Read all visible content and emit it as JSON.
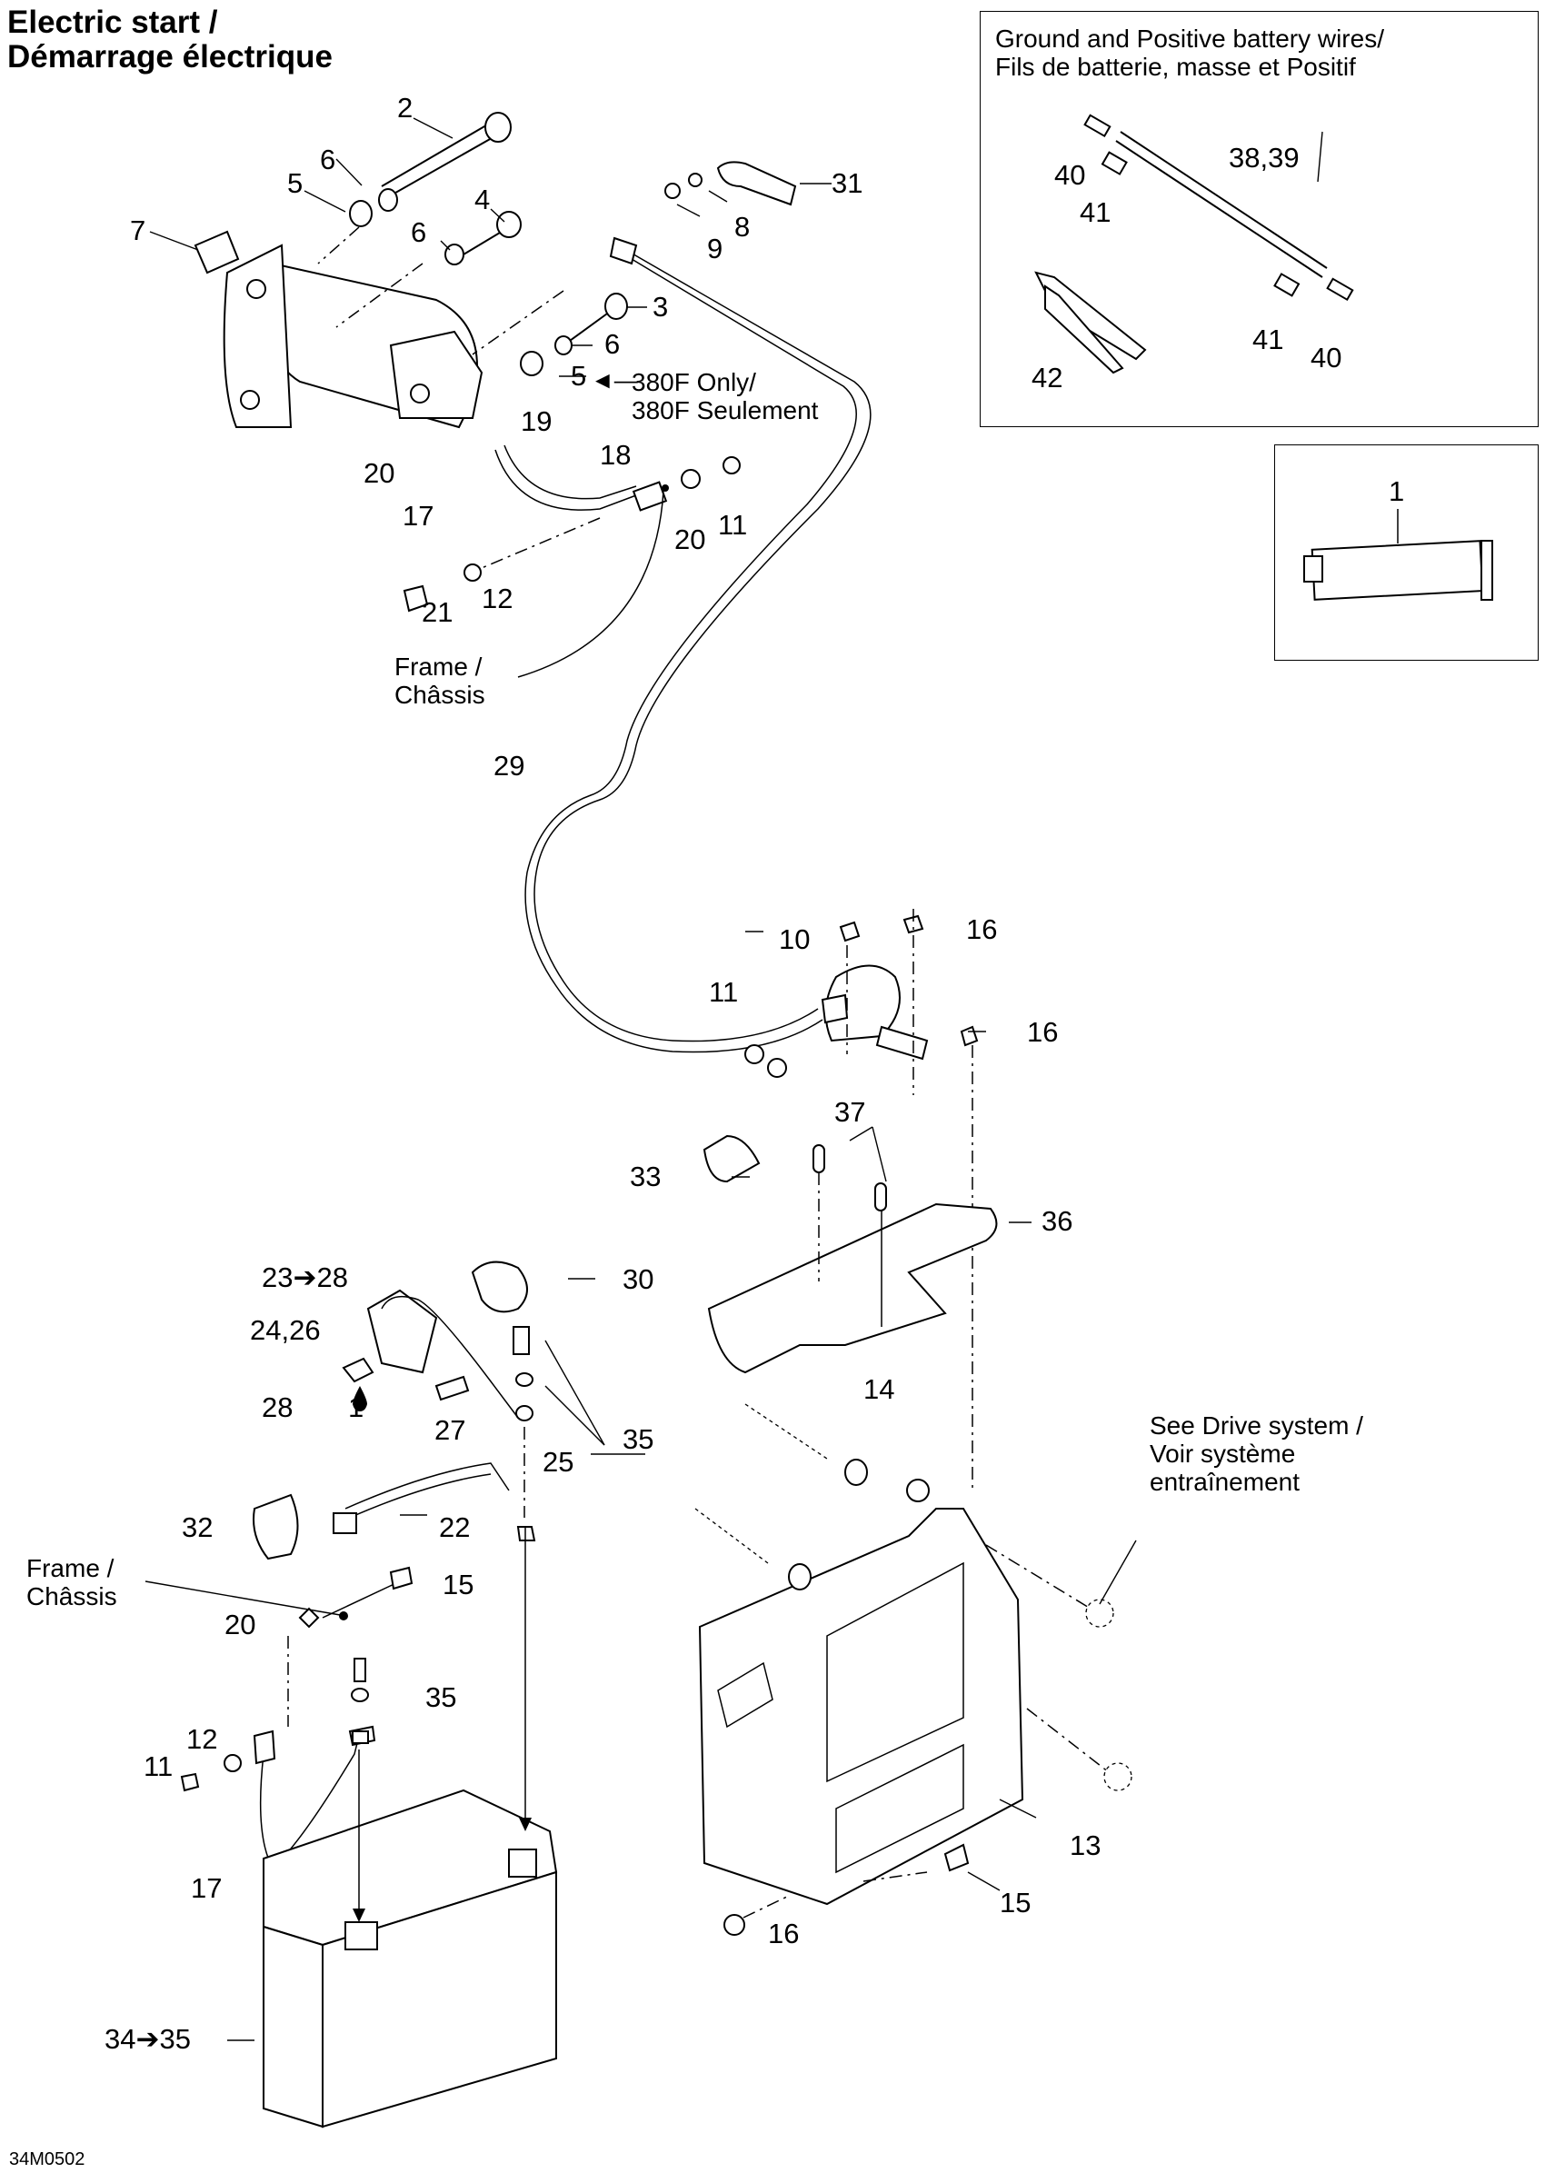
{
  "title": {
    "line1": "Electric start /",
    "line2": "Démarrage électrique"
  },
  "insets": {
    "battery_wires": {
      "title_line1": "Ground and Positive battery wires/",
      "title_line2": "Fils de batterie, masse et Positif",
      "callouts": [
        "40",
        "41",
        "38,39",
        "42",
        "41",
        "40"
      ]
    },
    "lubricant": {
      "callouts": [
        "1"
      ]
    }
  },
  "notes": {
    "model_only_line1": "380F Only/",
    "model_only_line2": "380F Seulement",
    "frame_top_line1": "Frame /",
    "frame_top_line2": "Châssis",
    "frame_bottom_line1": "Frame /",
    "frame_bottom_line2": "Châssis",
    "drive_line1": "See Drive system /",
    "drive_line2": "Voir système",
    "drive_line3": "entraînement"
  },
  "callouts": {
    "c2": "2",
    "c6a": "6",
    "c5a": "5",
    "c7": "7",
    "c4": "4",
    "c6b": "6",
    "c31": "31",
    "c8": "8",
    "c9": "9",
    "c3": "3",
    "c6c": "6",
    "c5b": "5",
    "c19": "19",
    "c20a": "20",
    "c18": "18",
    "c17a": "17",
    "c20b": "20",
    "c11a": "11",
    "c21": "21",
    "c12a": "12",
    "c29": "29",
    "c16a": "16",
    "c10": "10",
    "c11b": "11",
    "c16b": "16",
    "c37": "37",
    "c33": "33",
    "c36": "36",
    "c23_28": "23➔28",
    "c30": "30",
    "c24_26": "24,26",
    "c28": "28",
    "c1_drop": "1",
    "c27": "27",
    "c25": "25",
    "c35a": "35",
    "c14": "14",
    "c32": "32",
    "c22": "22",
    "c15a": "15",
    "c20c": "20",
    "c35b": "35",
    "c12b": "12",
    "c11c": "11",
    "c17b": "17",
    "c13": "13",
    "c15b": "15",
    "c16c": "16",
    "c34_35": "34➔35"
  },
  "drawing_code": "34M0502"
}
